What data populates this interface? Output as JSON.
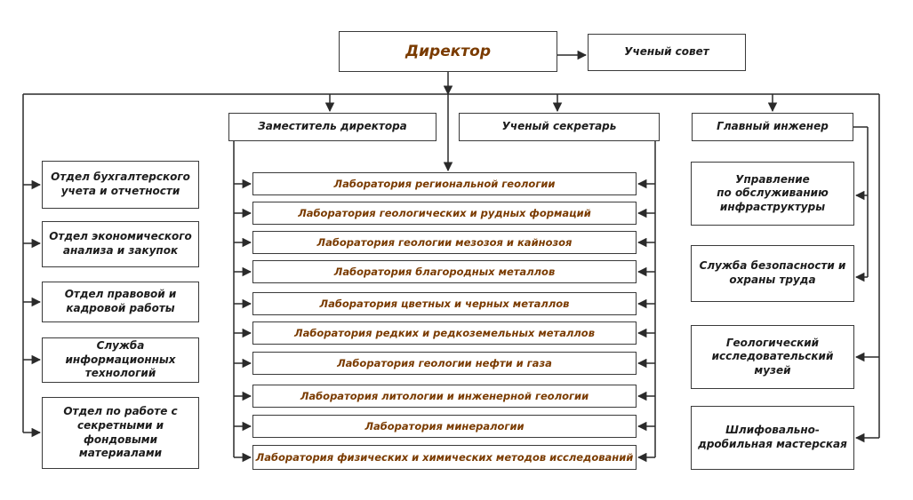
{
  "director": "Директор",
  "council": "Ученый совет",
  "deputy": "Заместитель директора",
  "secretary": "Ученый секретарь",
  "chief_engineer": "Главный инженер",
  "left_units": [
    "Отдел бухгалтерского\nучета и отчетности",
    "Отдел экономического\nанализа и закупок",
    "Отдел правовой и\nкадровой работы",
    "Служба\nинформационных\nтехнологий",
    "Отдел по работе с\nсекретными и\nфондовыми\nматериалами"
  ],
  "labs": [
    "Лаборатория региональной геологии",
    "Лаборатория геологических и рудных формаций",
    "Лаборатория геологии мезозоя и кайнозоя",
    "Лаборатория благородных металлов",
    "Лаборатория цветных и черных металлов",
    "Лаборатория редких и редкоземельных  металлов",
    "Лаборатория геологии нефти и газа",
    "Лаборатория литологии и инженерной геологии",
    "Лаборатория минералогии",
    "Лаборатория физических и химических методов исследований"
  ],
  "right_units": [
    "Управление\nпо  обслуживанию\nинфраструктуры",
    "Служба безопасности и\nохраны труда",
    "Геологический\nисследовательский\nмузей",
    "Шлифовально-\nдробильная мастерская"
  ],
  "colors": {
    "lab_text": "#7a3b00",
    "unit_text": "#1c1c1c",
    "line": "#2a2a2a"
  }
}
